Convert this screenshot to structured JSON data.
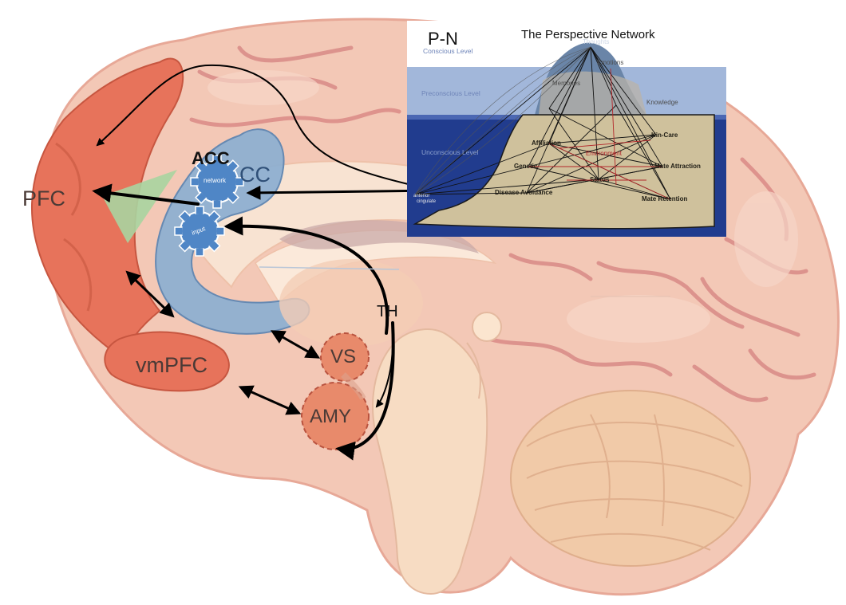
{
  "labels": {
    "pfc": "PFC",
    "vmpfc": "vmPFC",
    "acc": "ACC",
    "acc_partial": "CC",
    "vs": "VS",
    "amy": "AMY",
    "th": "TH",
    "gear_network": "network",
    "gear_input": "input"
  },
  "inset": {
    "corner_label": "P-N",
    "title": "The Perspective Network",
    "levels": {
      "conscious": "Conscious Level",
      "preconscious": "Preconscious Level",
      "unconscious": "Unconscious Level"
    },
    "iceberg_faint": {
      "thoughts": "Thoughts",
      "emotions": "Emotions",
      "memories": "Memories",
      "knowledge": "Knowledge"
    },
    "nodes": {
      "kin_care": "Kin-Care",
      "affiliation": "Affiliation",
      "mate_attraction": "Mate Attraction",
      "genetic": "Genetic",
      "status": "Status",
      "disease_avoidance": "Disease Avoidance",
      "mate_retention": "Mate Retention",
      "hidden_center": "Environment"
    },
    "anterior": "anterior",
    "cingulate": "cingulate"
  },
  "colors": {
    "pfc": "#e7735b",
    "brain": "#f3c8b6",
    "acc": "#8fb0d1",
    "gear": "#4f86c6",
    "green_triangle": "#a9d4a0",
    "water_dark": "#203d8d",
    "water_light": "#8aa7d1",
    "iceberg": "#cfc19c"
  }
}
